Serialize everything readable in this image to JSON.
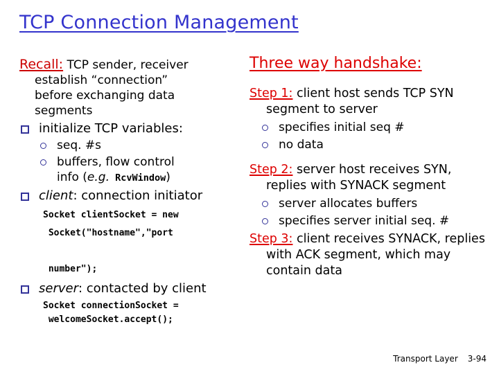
{
  "slide": {
    "title": "TCP Connection Management",
    "colors": {
      "title": "#3333CC",
      "accent_red": "#CC0000",
      "bullet": "#333399",
      "text": "#000000",
      "background": "#FFFFFF"
    }
  },
  "left": {
    "recall_label": "Recall:",
    "recall_text": " TCP sender, receiver",
    "recall_lines": [
      "establish “connection”",
      "before exchanging data",
      "segments"
    ],
    "bullet_init": "initialize TCP variables:",
    "sub_seq": "seq. #s",
    "sub_buffers_line1": "buffers, flow control",
    "sub_buffers_line2_pre": "info (",
    "sub_buffers_line2_eg": "e.g.",
    "sub_buffers_line2_mono": " RcvWindow",
    "sub_buffers_line2_post": ")",
    "bullet_client_em": "client",
    "bullet_client_rest": ": connection initiator",
    "code_client": "Socket clientSocket = new\n Socket(\"hostname\",\"port\n\n number\");",
    "bullet_server_em": "server",
    "bullet_server_rest": ": contacted by client",
    "code_server": "Socket connectionSocket =\n welcomeSocket.accept();"
  },
  "right": {
    "heading": "Three way handshake:",
    "step1_label": "Step 1:",
    "step1_text": " client host sends TCP SYN segment to server",
    "step1_subs": [
      "specifies initial seq #",
      "no data"
    ],
    "step2_label": "Step 2:",
    "step2_text": " server host receives SYN, replies with SYNACK segment",
    "step2_subs": [
      "server allocates buffers",
      "specifies server initial seq. #"
    ],
    "step3_label": "Step 3:",
    "step3_text": " client receives SYNACK, replies with ACK segment, which may contain data"
  },
  "footer": {
    "chapter": "Transport Layer",
    "page": "3-94"
  }
}
